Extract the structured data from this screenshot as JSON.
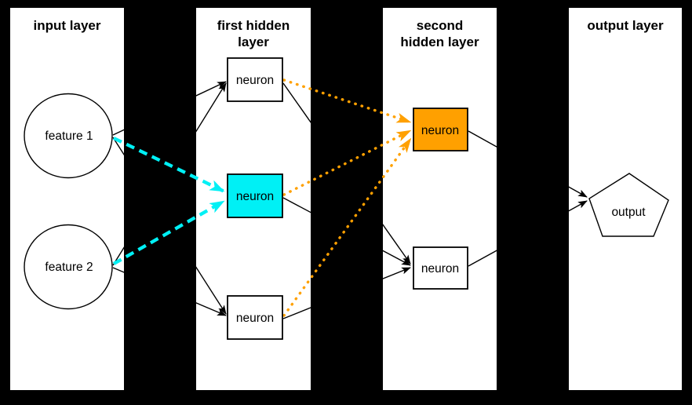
{
  "diagram": {
    "background_color": "#000000",
    "panel_color": "#ffffff",
    "colors": {
      "highlight_cyan": "#00f0f5",
      "highlight_orange": "#ffa000",
      "edge_black": "#000000",
      "node_default_fill": "#ffffff"
    },
    "panels": [
      {
        "id": "input-layer",
        "title_lines": [
          "input layer",
          ""
        ]
      },
      {
        "id": "first-hidden-layer",
        "title_lines": [
          "first hidden",
          "layer"
        ]
      },
      {
        "id": "second-hidden-layer",
        "title_lines": [
          "second",
          "hidden layer"
        ]
      },
      {
        "id": "output-layer",
        "title_lines": [
          "output layer",
          ""
        ]
      }
    ],
    "nodes": [
      {
        "id": "feature-1",
        "label": "feature 1",
        "shape": "circle",
        "layer": "input layer",
        "fill": "#ffffff"
      },
      {
        "id": "feature-2",
        "label": "feature 2",
        "shape": "circle",
        "layer": "input layer",
        "fill": "#ffffff"
      },
      {
        "id": "h1-top",
        "label": "neuron",
        "shape": "rect",
        "layer": "first hidden layer",
        "fill": "#ffffff"
      },
      {
        "id": "h1-middle",
        "label": "neuron",
        "shape": "rect",
        "layer": "first hidden layer",
        "fill": "#00f0f5"
      },
      {
        "id": "h1-bottom",
        "label": "neuron",
        "shape": "rect",
        "layer": "first hidden layer",
        "fill": "#ffffff"
      },
      {
        "id": "h2-top",
        "label": "neuron",
        "shape": "rect",
        "layer": "second hidden layer",
        "fill": "#ffa000"
      },
      {
        "id": "h2-bottom",
        "label": "neuron",
        "shape": "rect",
        "layer": "second hidden layer",
        "fill": "#ffffff"
      },
      {
        "id": "output",
        "label": "output",
        "shape": "pentagon",
        "layer": "output layer",
        "fill": "#ffffff"
      }
    ],
    "edges": [
      {
        "from": "feature-1",
        "to": "h1-top",
        "style": "solid-black-arrow"
      },
      {
        "from": "feature-1",
        "to": "h1-middle",
        "style": "dashed-cyan-arrow"
      },
      {
        "from": "feature-1",
        "to": "h1-bottom",
        "style": "solid-black-arrow"
      },
      {
        "from": "feature-2",
        "to": "h1-top",
        "style": "solid-black-arrow"
      },
      {
        "from": "feature-2",
        "to": "h1-middle",
        "style": "dashed-cyan-arrow"
      },
      {
        "from": "feature-2",
        "to": "h1-bottom",
        "style": "solid-black-arrow"
      },
      {
        "from": "h1-top",
        "to": "h2-top",
        "style": "dotted-orange-arrow"
      },
      {
        "from": "h1-top",
        "to": "h2-bottom",
        "style": "solid-black-arrow"
      },
      {
        "from": "h1-middle",
        "to": "h2-top",
        "style": "dotted-orange-arrow"
      },
      {
        "from": "h1-middle",
        "to": "h2-bottom",
        "style": "solid-black-arrow"
      },
      {
        "from": "h1-bottom",
        "to": "h2-top",
        "style": "dotted-orange-arrow"
      },
      {
        "from": "h1-bottom",
        "to": "h2-bottom",
        "style": "solid-black-arrow"
      },
      {
        "from": "h2-top",
        "to": "output",
        "style": "solid-black-arrow"
      },
      {
        "from": "h2-bottom",
        "to": "output",
        "style": "solid-black-arrow"
      }
    ]
  }
}
